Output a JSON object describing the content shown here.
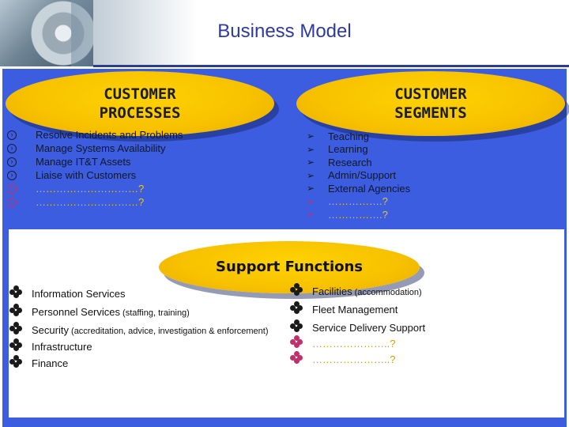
{
  "title": "Business Model",
  "processes": {
    "heading_line1": "CUSTOMER",
    "heading_line2": "PROCESSES",
    "items": [
      "Resolve Incidents and Problems",
      "Manage Systems Availability",
      "Manage IT&T Assets",
      "Liaise with Customers",
      "…………………………?",
      "…………………………?"
    ]
  },
  "segments": {
    "heading_line1": "CUSTOMER",
    "heading_line2": "SEGMENTS",
    "items": [
      "Teaching",
      "Learning",
      "Research",
      "Admin/Support",
      "External Agencies",
      "…………….?",
      "…………….?"
    ]
  },
  "support": {
    "heading": "Support Functions",
    "left": [
      {
        "main": "Information Services",
        "sub": ""
      },
      {
        "main": "Personnel Services",
        "sub": " (staffing, training)"
      },
      {
        "main": "Security",
        "sub": " (accreditation, advice, investigation & enforcement)"
      },
      {
        "main": "Infrastructure",
        "sub": ""
      },
      {
        "main": "Finance",
        "sub": ""
      }
    ],
    "right": [
      {
        "main": "Facilities",
        "sub": " (accommodation)"
      },
      {
        "main": "Fleet Management",
        "sub": ""
      },
      {
        "main": "Service Delivery Support",
        "sub": ""
      },
      {
        "main": "…………………..?",
        "sub": ""
      },
      {
        "main": "…………………..?",
        "sub": ""
      }
    ]
  },
  "colors": {
    "panel": "#3d5de0",
    "oval": "#ffd200",
    "title": "#2e3a9e",
    "accent_bullet": "#c0306a"
  },
  "icons": {
    "process_bullet": "circle-chevron-icon",
    "segment_bullet": "arrow-bullet-icon",
    "support_bullet": "four-dot-diamond-icon"
  }
}
